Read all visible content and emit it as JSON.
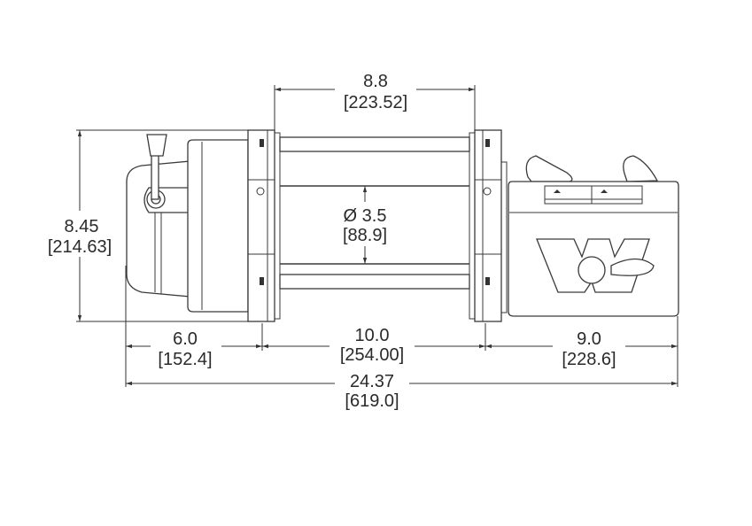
{
  "dimensions": {
    "drum_length": {
      "imperial": "8.8",
      "metric": "[223.52]"
    },
    "height": {
      "imperial": "8.45",
      "metric": "[214.63]"
    },
    "drum_diameter": {
      "imperial": "Ø 3.5",
      "metric": "[88.9]"
    },
    "motor_length": {
      "imperial": "6.0",
      "metric": "[152.4]"
    },
    "center_length": {
      "imperial": "10.0",
      "metric": "[254.00]"
    },
    "control_length": {
      "imperial": "9.0",
      "metric": "[228.6]"
    },
    "overall_length": {
      "imperial": "24.37",
      "metric": "[619.0]"
    }
  },
  "logo": {
    "text": "W"
  }
}
